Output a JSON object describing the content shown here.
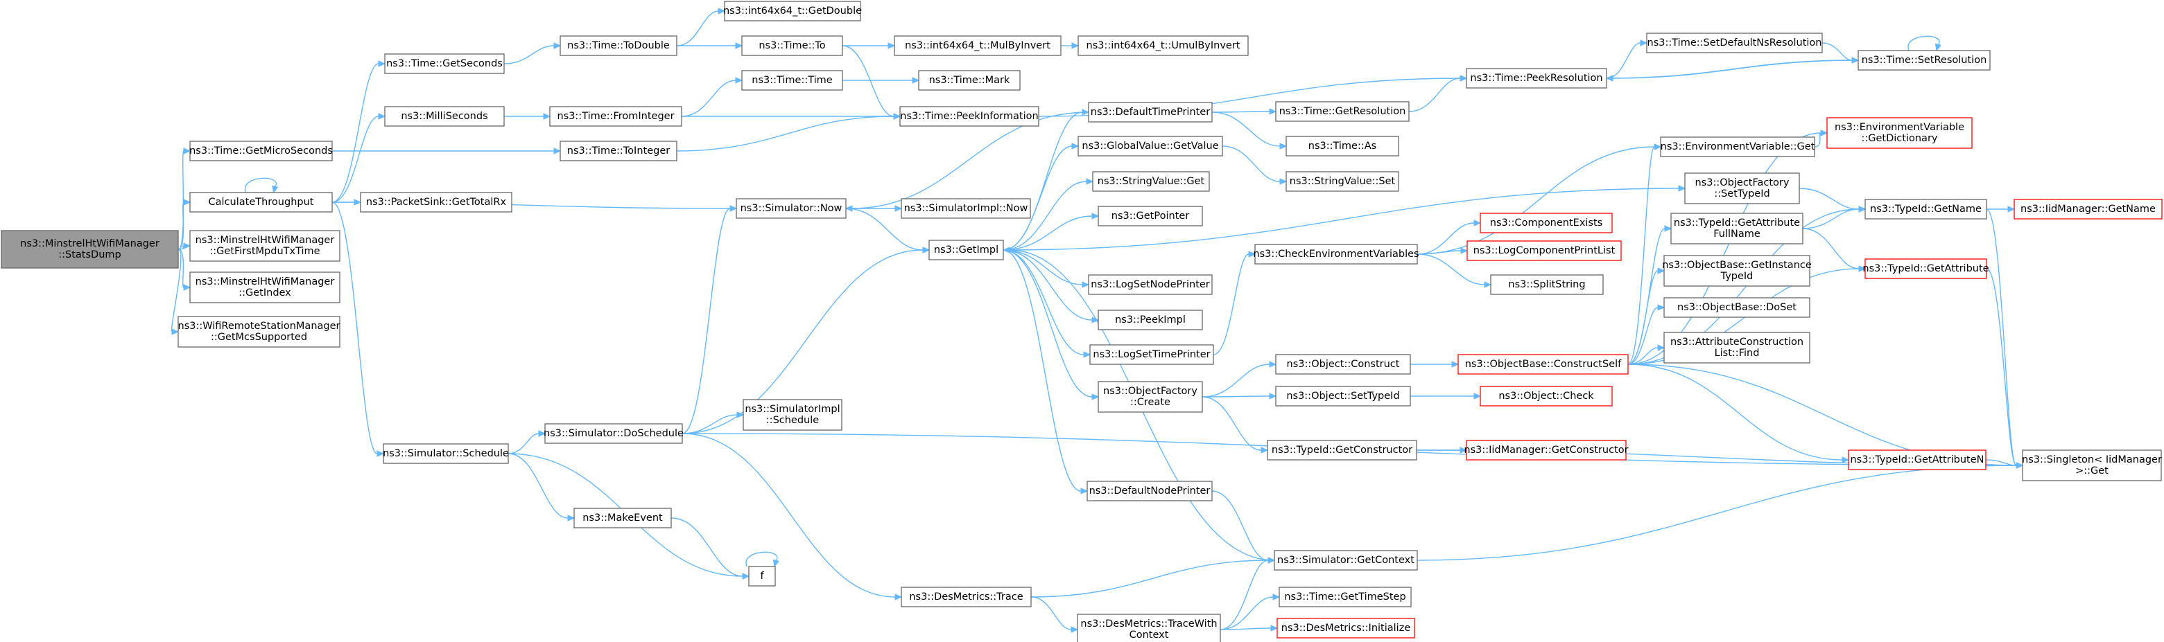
{
  "colors": {
    "edge": "#63b8ff",
    "node_border": "#666666",
    "node_fill": "#ffffff",
    "root_fill": "#999999",
    "truncated_border": "#ff0000",
    "text": "#000000"
  },
  "nodes": [
    {
      "id": "n0",
      "lines": [
        "ns3::MinstrelHtWifiManager",
        "::StatsDump"
      ],
      "root": true
    },
    {
      "id": "n1",
      "lines": [
        "ns3::Time::GetMicroSeconds"
      ]
    },
    {
      "id": "n2",
      "lines": [
        "CalculateThroughput"
      ]
    },
    {
      "id": "n3",
      "lines": [
        "ns3::MinstrelHtWifiManager",
        "::GetFirstMpduTxTime"
      ]
    },
    {
      "id": "n4",
      "lines": [
        "ns3::MinstrelHtWifiManager",
        "::GetIndex"
      ]
    },
    {
      "id": "n5",
      "lines": [
        "ns3::WifiRemoteStationManager",
        "::GetMcsSupported"
      ]
    },
    {
      "id": "n6",
      "lines": [
        "ns3::Time::GetSeconds"
      ]
    },
    {
      "id": "n7",
      "lines": [
        "ns3::MilliSeconds"
      ]
    },
    {
      "id": "n8",
      "lines": [
        "ns3::PacketSink::GetTotalRx"
      ]
    },
    {
      "id": "n9",
      "lines": [
        "ns3::Simulator::Schedule"
      ]
    },
    {
      "id": "n10",
      "lines": [
        "ns3::Time::ToDouble"
      ]
    },
    {
      "id": "n11",
      "lines": [
        "ns3::Time::FromInteger"
      ]
    },
    {
      "id": "n12",
      "lines": [
        "ns3::Time::ToInteger"
      ]
    },
    {
      "id": "n13",
      "lines": [
        "ns3::Simulator::DoSchedule"
      ]
    },
    {
      "id": "n14",
      "lines": [
        "ns3::MakeEvent"
      ]
    },
    {
      "id": "n15",
      "lines": [
        "f"
      ]
    },
    {
      "id": "n16",
      "lines": [
        "ns3::int64x64_t::GetDouble"
      ]
    },
    {
      "id": "n17",
      "lines": [
        "ns3::Time::To"
      ]
    },
    {
      "id": "n18",
      "lines": [
        "ns3::Time::Time"
      ]
    },
    {
      "id": "n19",
      "lines": [
        "ns3::Time::PeekInformation"
      ]
    },
    {
      "id": "n20",
      "lines": [
        "ns3::Simulator::Now"
      ]
    },
    {
      "id": "n21",
      "lines": [
        "ns3::SimulatorImpl",
        "::Schedule"
      ]
    },
    {
      "id": "n22",
      "lines": [
        "ns3::DesMetrics::Trace"
      ]
    },
    {
      "id": "n23",
      "lines": [
        "ns3::DesMetrics::TraceWith",
        "Context"
      ]
    },
    {
      "id": "n24",
      "lines": [
        "ns3::int64x64_t::MulByInvert"
      ]
    },
    {
      "id": "n25",
      "lines": [
        "ns3::int64x64_t::UmulByInvert"
      ]
    },
    {
      "id": "n26",
      "lines": [
        "ns3::Time::Mark"
      ]
    },
    {
      "id": "n27",
      "lines": [
        "ns3::SimulatorImpl::Now"
      ]
    },
    {
      "id": "n28",
      "lines": [
        "ns3::GetImpl"
      ]
    },
    {
      "id": "n29",
      "lines": [
        "ns3::DefaultTimePrinter"
      ]
    },
    {
      "id": "n30",
      "lines": [
        "ns3::GlobalValue::GetValue"
      ]
    },
    {
      "id": "n31",
      "lines": [
        "ns3::StringValue::Get"
      ]
    },
    {
      "id": "n32",
      "lines": [
        "ns3::GetPointer"
      ]
    },
    {
      "id": "n33",
      "lines": [
        "ns3::LogSetNodePrinter"
      ]
    },
    {
      "id": "n34",
      "lines": [
        "ns3::PeekImpl"
      ]
    },
    {
      "id": "n35",
      "lines": [
        "ns3::LogSetTimePrinter"
      ]
    },
    {
      "id": "n36",
      "lines": [
        "ns3::ObjectFactory",
        "::Create"
      ]
    },
    {
      "id": "n37",
      "lines": [
        "ns3::DefaultNodePrinter"
      ]
    },
    {
      "id": "n38",
      "lines": [
        "ns3::Simulator::GetContext"
      ]
    },
    {
      "id": "n39",
      "lines": [
        "ns3::Time::GetTimeStep"
      ]
    },
    {
      "id": "n40",
      "lines": [
        "ns3::DesMetrics::Initialize"
      ],
      "truncated": true
    },
    {
      "id": "n41",
      "lines": [
        "ns3::Time::GetResolution"
      ]
    },
    {
      "id": "n42",
      "lines": [
        "ns3::Time::As"
      ]
    },
    {
      "id": "n43",
      "lines": [
        "ns3::StringValue::Set"
      ]
    },
    {
      "id": "n44",
      "lines": [
        "ns3::CheckEnvironmentVariables"
      ]
    },
    {
      "id": "n45",
      "lines": [
        "ns3::ComponentExists"
      ],
      "truncated": true
    },
    {
      "id": "n46",
      "lines": [
        "ns3::LogComponentPrintList"
      ],
      "truncated": true
    },
    {
      "id": "n47",
      "lines": [
        "ns3::SplitString"
      ]
    },
    {
      "id": "n48",
      "lines": [
        "ns3::Object::Construct"
      ]
    },
    {
      "id": "n49",
      "lines": [
        "ns3::Object::SetTypeId"
      ]
    },
    {
      "id": "n50",
      "lines": [
        "ns3::TypeId::GetConstructor"
      ]
    },
    {
      "id": "n51",
      "lines": [
        "ns3::ObjectBase::ConstructSelf"
      ],
      "truncated": true
    },
    {
      "id": "n52",
      "lines": [
        "ns3::Object::Check"
      ],
      "truncated": true
    },
    {
      "id": "n53",
      "lines": [
        "ns3::IidManager::GetConstructor"
      ],
      "truncated": true
    },
    {
      "id": "n54",
      "lines": [
        "ns3::Time::PeekResolution"
      ]
    },
    {
      "id": "n55",
      "lines": [
        "ns3::Time::SetDefaultNsResolution"
      ]
    },
    {
      "id": "n56",
      "lines": [
        "ns3::Time::SetResolution"
      ]
    },
    {
      "id": "n57",
      "lines": [
        "ns3::EnvironmentVariable::Get"
      ]
    },
    {
      "id": "n58",
      "lines": [
        "ns3::EnvironmentVariable",
        "::GetDictionary"
      ],
      "truncated": true
    },
    {
      "id": "n59",
      "lines": [
        "ns3::ObjectFactory",
        "::SetTypeId"
      ]
    },
    {
      "id": "n60",
      "lines": [
        "ns3::TypeId::GetAttribute",
        "FullName"
      ]
    },
    {
      "id": "n61",
      "lines": [
        "ns3::ObjectBase::GetInstance",
        "TypeId"
      ]
    },
    {
      "id": "n62",
      "lines": [
        "ns3::ObjectBase::DoSet"
      ]
    },
    {
      "id": "n63",
      "lines": [
        "ns3::AttributeConstruction",
        "List::Find"
      ]
    },
    {
      "id": "n64",
      "lines": [
        "ns3::TypeId::GetAttributeN"
      ],
      "truncated": true
    },
    {
      "id": "n65",
      "lines": [
        "ns3::TypeId::GetName"
      ]
    },
    {
      "id": "n66",
      "lines": [
        "ns3::TypeId::GetAttribute"
      ],
      "truncated": true
    },
    {
      "id": "n67",
      "lines": [
        "ns3::IidManager::GetName"
      ],
      "truncated": true
    },
    {
      "id": "n68",
      "lines": [
        "ns3::Singleton< IidManager",
        " >::Get"
      ]
    }
  ],
  "edges": [
    [
      "n0",
      "n1"
    ],
    [
      "n0",
      "n2"
    ],
    [
      "n0",
      "n3"
    ],
    [
      "n0",
      "n4"
    ],
    [
      "n0",
      "n5"
    ],
    [
      "n2",
      "n2"
    ],
    [
      "n2",
      "n6"
    ],
    [
      "n2",
      "n7"
    ],
    [
      "n2",
      "n8"
    ],
    [
      "n2",
      "n9"
    ],
    [
      "n2",
      "n20"
    ],
    [
      "n1",
      "n12"
    ],
    [
      "n6",
      "n10"
    ],
    [
      "n7",
      "n11"
    ],
    [
      "n10",
      "n16"
    ],
    [
      "n10",
      "n17"
    ],
    [
      "n17",
      "n24"
    ],
    [
      "n17",
      "n19"
    ],
    [
      "n24",
      "n25"
    ],
    [
      "n11",
      "n18"
    ],
    [
      "n11",
      "n19"
    ],
    [
      "n12",
      "n19"
    ],
    [
      "n18",
      "n26"
    ],
    [
      "n19",
      "n54"
    ],
    [
      "n9",
      "n13"
    ],
    [
      "n9",
      "n14"
    ],
    [
      "n9",
      "n15"
    ],
    [
      "n14",
      "n15"
    ],
    [
      "n15",
      "n15"
    ],
    [
      "n13",
      "n20"
    ],
    [
      "n13",
      "n21"
    ],
    [
      "n13",
      "n22"
    ],
    [
      "n13",
      "n28"
    ],
    [
      "n13",
      "n68"
    ],
    [
      "n20",
      "n27"
    ],
    [
      "n20",
      "n28"
    ],
    [
      "n22",
      "n38"
    ],
    [
      "n22",
      "n23"
    ],
    [
      "n23",
      "n38"
    ],
    [
      "n23",
      "n39"
    ],
    [
      "n23",
      "n40"
    ],
    [
      "n28",
      "n29"
    ],
    [
      "n28",
      "n30"
    ],
    [
      "n28",
      "n31"
    ],
    [
      "n28",
      "n32"
    ],
    [
      "n28",
      "n33"
    ],
    [
      "n28",
      "n34"
    ],
    [
      "n28",
      "n35"
    ],
    [
      "n28",
      "n36"
    ],
    [
      "n28",
      "n37"
    ],
    [
      "n28",
      "n59"
    ],
    [
      "n29",
      "n20"
    ],
    [
      "n29",
      "n41"
    ],
    [
      "n29",
      "n42"
    ],
    [
      "n30",
      "n43"
    ],
    [
      "n41",
      "n54"
    ],
    [
      "n35",
      "n44"
    ],
    [
      "n44",
      "n45"
    ],
    [
      "n44",
      "n46"
    ],
    [
      "n44",
      "n47"
    ],
    [
      "n44",
      "n57"
    ],
    [
      "n36",
      "n48"
    ],
    [
      "n36",
      "n49"
    ],
    [
      "n36",
      "n50"
    ],
    [
      "n37",
      "n38"
    ],
    [
      "n38",
      "n28"
    ],
    [
      "n38",
      "n68"
    ],
    [
      "n48",
      "n51"
    ],
    [
      "n49",
      "n52"
    ],
    [
      "n50",
      "n53"
    ],
    [
      "n50",
      "n68"
    ],
    [
      "n51",
      "n58"
    ],
    [
      "n51",
      "n57"
    ],
    [
      "n51",
      "n60"
    ],
    [
      "n51",
      "n61"
    ],
    [
      "n51",
      "n62"
    ],
    [
      "n51",
      "n63"
    ],
    [
      "n51",
      "n64"
    ],
    [
      "n51",
      "n65"
    ],
    [
      "n51",
      "n66"
    ],
    [
      "n51",
      "n68"
    ],
    [
      "n54",
      "n55"
    ],
    [
      "n54",
      "n56"
    ],
    [
      "n55",
      "n56"
    ],
    [
      "n56",
      "n54"
    ],
    [
      "n56",
      "n56"
    ],
    [
      "n57",
      "n58"
    ],
    [
      "n59",
      "n65"
    ],
    [
      "n60",
      "n65"
    ],
    [
      "n60",
      "n66"
    ],
    [
      "n64",
      "n68"
    ],
    [
      "n65",
      "n67"
    ],
    [
      "n65",
      "n68"
    ],
    [
      "n66",
      "n68"
    ]
  ]
}
